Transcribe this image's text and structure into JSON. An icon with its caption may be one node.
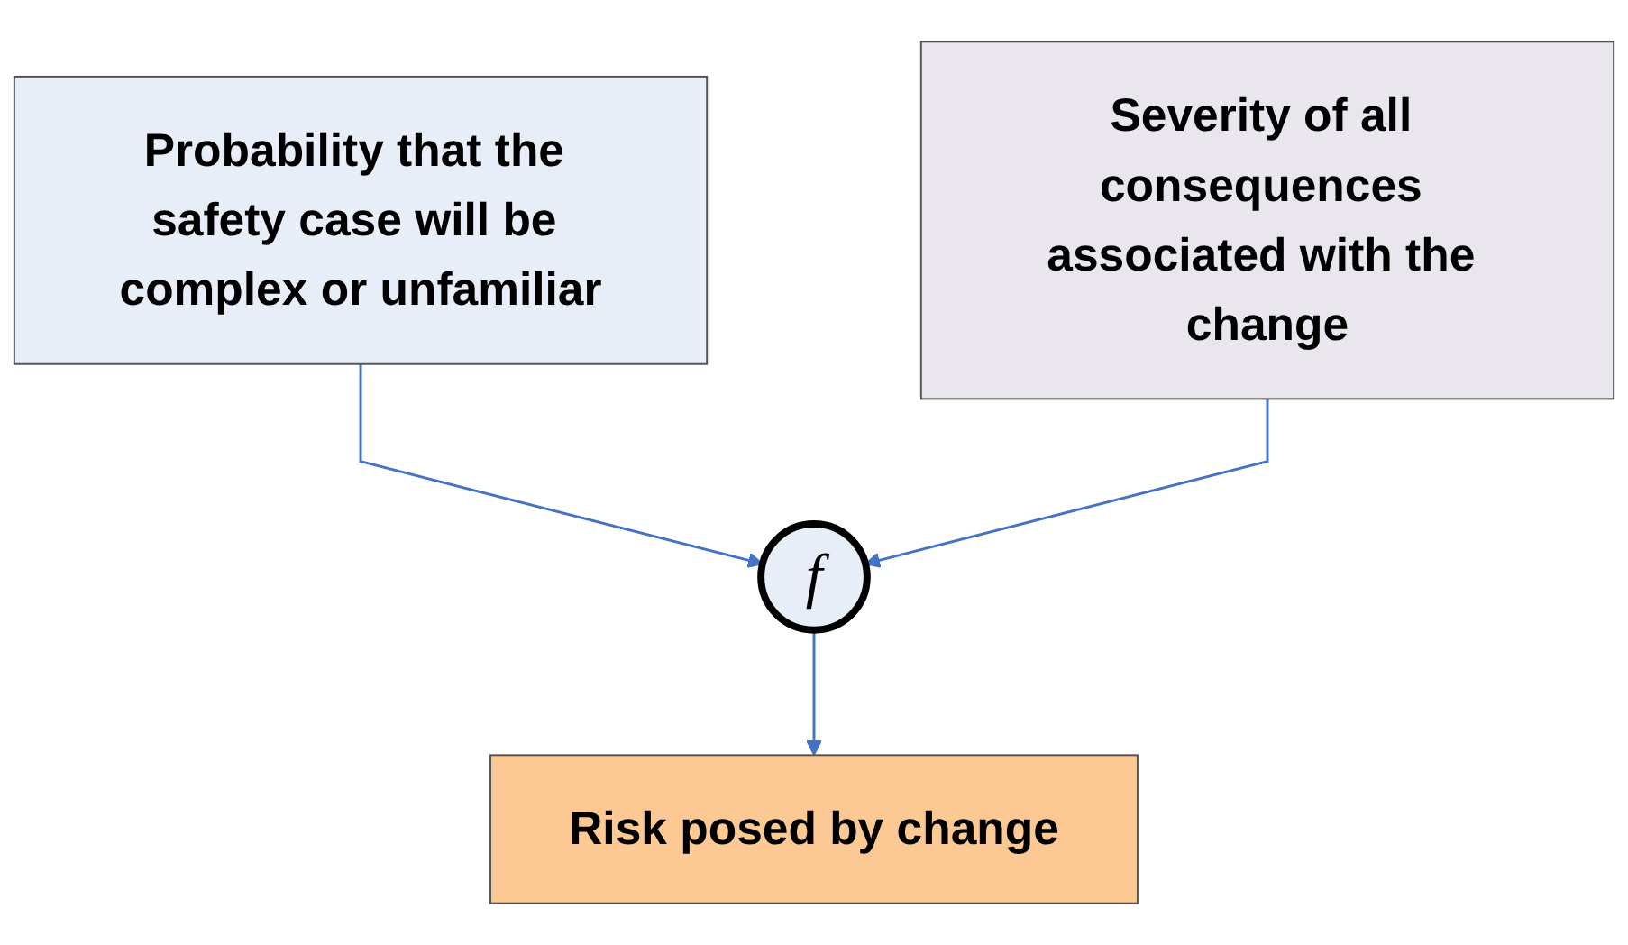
{
  "diagram": {
    "nodes": [
      {
        "text": [
          "Probability that the safety case will be complex or unfamiliar"
        ]
      },
      {
        "text": [
          "Severity of all consequences associated with the change"
        ]
      },
      {
        "text": [
          "f"
        ]
      },
      {
        "text": [
          "Risk posed by change"
        ]
      }
    ],
    "edges": [
      {
        "from": 0,
        "to": 2,
        "arrow": "to"
      },
      {
        "from": 1,
        "to": 2,
        "arrow": "to"
      },
      {
        "from": 2,
        "to": 3,
        "arrow": "to"
      }
    ]
  }
}
